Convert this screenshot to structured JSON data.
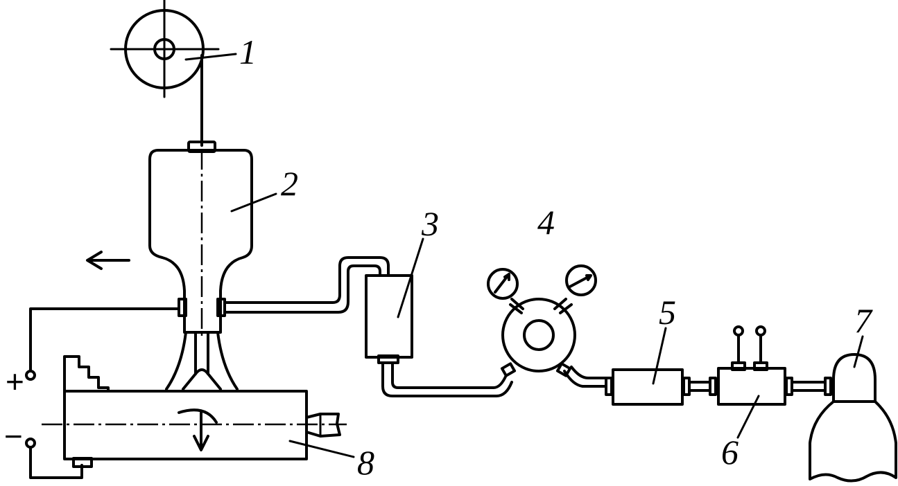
{
  "labels": {
    "spool": "1",
    "torch": "2",
    "flowmeter": "3",
    "regulator": "4",
    "heater": "5",
    "valve": "6",
    "cylinder": "7",
    "workpiece": "8"
  },
  "terminals": {
    "plus": "+",
    "minus": "−"
  }
}
